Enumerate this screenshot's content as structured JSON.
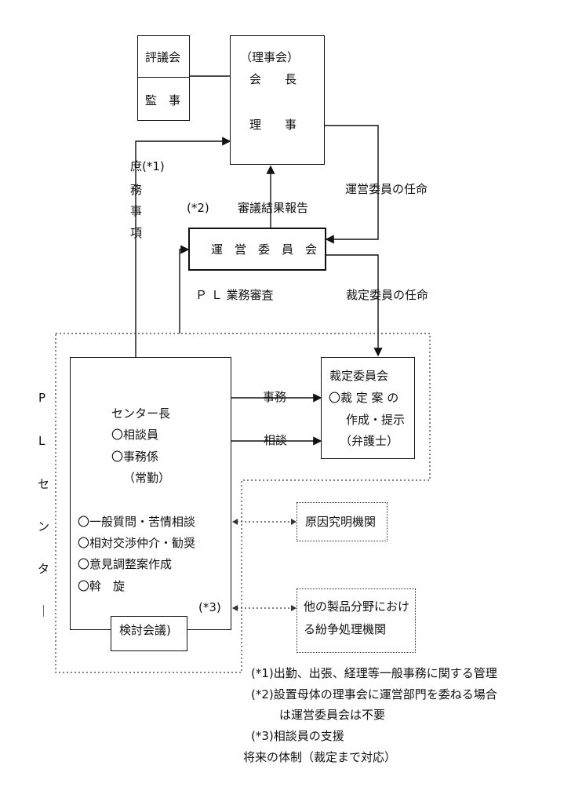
{
  "hyogikai": "評議会",
  "kanji": "監　事",
  "rijikai": {
    "title": "（理事会）",
    "kaicho": "会　　長",
    "riji": "理　　事"
  },
  "shomu_jiko": {
    "label_line1": "庶(*1)",
    "line2": "務",
    "line3": "事",
    "line4": "項"
  },
  "note2_marker": "(*2)",
  "shingi_hokoku": "審議結果報告",
  "unei_ninmei": "運営委員の任命",
  "unei_iinkai": "運　営　委　員　会",
  "pl_gyomu_shinsa": "Ｐ Ｌ 業務審査",
  "saitei_ninmei": "裁定委員の任命",
  "pl_center_vertical": [
    "P",
    "L",
    "セ",
    "ン",
    "タ",
    "｜"
  ],
  "center": {
    "chief": "センター長",
    "staff1": "〇相談員",
    "staff2": "〇事務係",
    "staff3": "（常勤）",
    "services": [
      "〇一般質問・苦情相談",
      "〇相対交渉仲介・勧奨",
      "〇意見調整案作成",
      "〇斡　旋"
    ],
    "note3_marker": "(*3)",
    "kento_kaigi": "検討会議)"
  },
  "jimu": "事務",
  "sodan": "相談",
  "saitei_iinkai": {
    "title": "裁定委員会",
    "line1": "〇裁 定 案 の",
    "line2": "作成・提示",
    "line3": "（弁護士）"
  },
  "genin_kyumei": "原因究明機関",
  "other_org": {
    "line1": "他の製品分野におけ",
    "line2": "る紛争処理機関"
  },
  "notes": [
    "(*1)出勤、出張、経理等一般事務に関する管理",
    "(*2)設置母体の理事会に運営部門を委ねる場合",
    "は運営委員会は不要",
    "(*3)相談員の支援"
  ],
  "caption": "将来の体制（裁定まで対応）",
  "colors": {
    "line": "#111111",
    "dotted": "#333333"
  }
}
